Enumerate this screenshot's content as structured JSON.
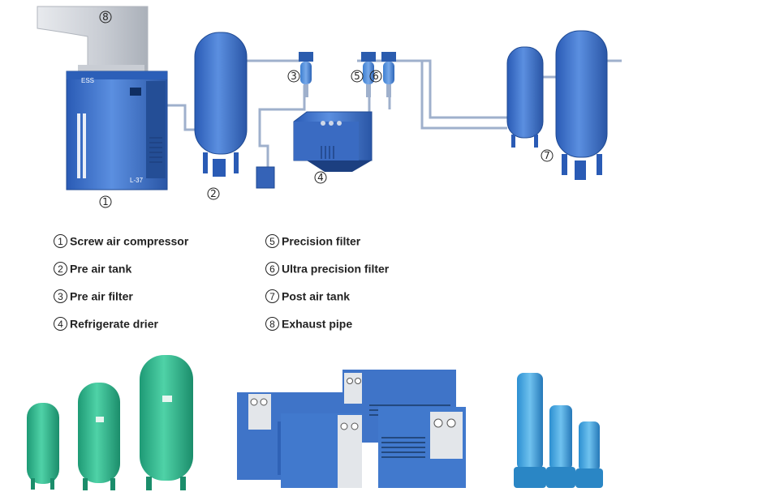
{
  "callouts": [
    "8",
    "3",
    "5",
    "6",
    "7",
    "1",
    "2",
    "4"
  ],
  "compressor_label": "L-37",
  "compressor_logo": "ESS",
  "legend": [
    {
      "num": "1",
      "text": "Screw air compressor"
    },
    {
      "num": "2",
      "text": "Pre air tank"
    },
    {
      "num": "3",
      "text": "Pre air filter"
    },
    {
      "num": "4",
      "text": "Refrigerate drier"
    },
    {
      "num": "5",
      "text": "Precision filter"
    },
    {
      "num": "6",
      "text": "Ultra precision filter"
    },
    {
      "num": "7",
      "text": "Post air tank"
    },
    {
      "num": "8",
      "text": "Exhaust pipe"
    }
  ],
  "colors": {
    "equipment_blue": "#3f74c8",
    "tank_green": "#2fb58d",
    "pipe": "#9fb0cc",
    "exhaust_duct": "#d9dbe0"
  }
}
